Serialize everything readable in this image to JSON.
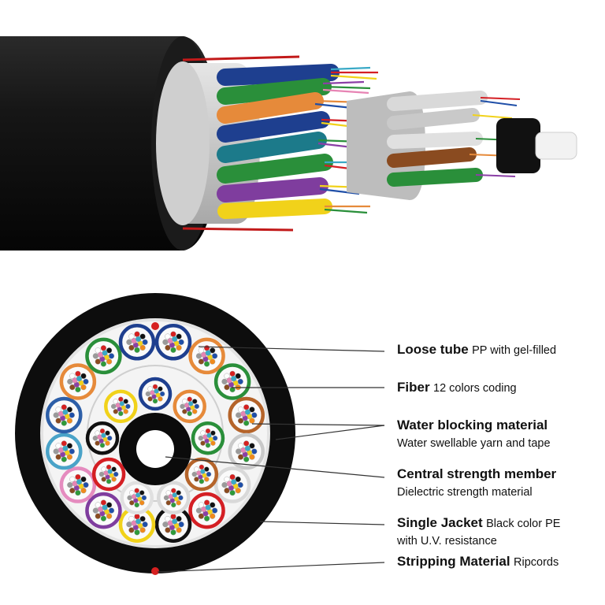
{
  "labels": {
    "loose_tube": {
      "title": "Loose tube",
      "desc": "PP with gel-filled"
    },
    "fiber": {
      "title": "Fiber",
      "desc": "12 colors coding"
    },
    "water_blocking": {
      "title": "Water blocking material",
      "desc": "Water swellable yarn and tape"
    },
    "central_member": {
      "title": "Central strength member",
      "desc": "Dielectric strength material"
    },
    "jacket": {
      "title": "Single Jacket",
      "desc_line1": "Black color PE",
      "desc_line2": "with U.V. resistance"
    },
    "stripping": {
      "title": "Stripping Material",
      "desc": "Ripcords"
    }
  },
  "colors": {
    "jacket": "#0d0d0d",
    "ripcord": "#d62020",
    "tape": "#d9d9d9",
    "fiber_palette": [
      "#1f4fa8",
      "#f08a1c",
      "#2e9a3a",
      "#8a4b20",
      "#9a9a9a",
      "#ffffff",
      "#d62020",
      "#111111",
      "#f2d21c",
      "#8b3fa6",
      "#e784b4",
      "#39a9c6"
    ],
    "outer_tubes": [
      "#1e3f8f",
      "#e68a3a",
      "#2a8f3a",
      "#b5642a",
      "#c9c9c9",
      "#d9d9d9",
      "#d41f24",
      "#111111",
      "#f1d21a",
      "#7f3d9e",
      "#e58cbf",
      "#4aa3c8",
      "#2d5fa8",
      "#e68a3a",
      "#2a8f3a",
      "#1e3f8f"
    ],
    "inner_tubes": [
      "#1e3f8f",
      "#e68a3a",
      "#2a8f3a",
      "#b5642a",
      "#d9d9d9",
      "#e0e0e0",
      "#d41f24",
      "#111111",
      "#f1d21a"
    ]
  }
}
